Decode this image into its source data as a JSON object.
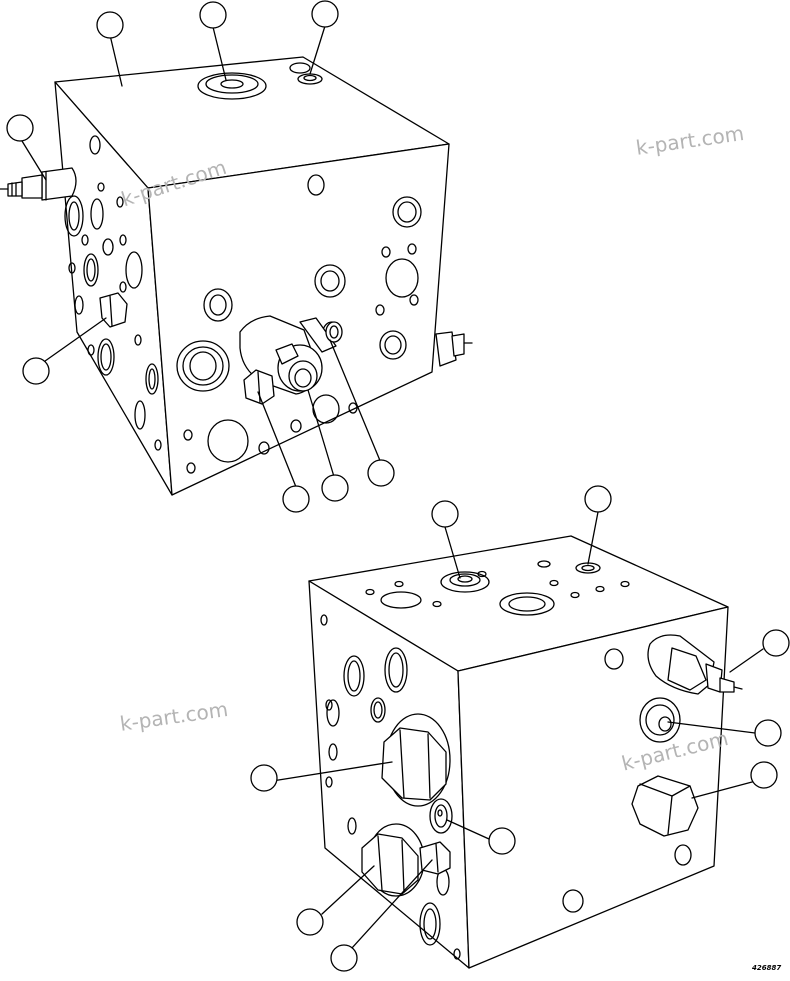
{
  "watermark_text": "k-part.com",
  "figure_id": "426887",
  "line_color": "#000000",
  "watermark_color": "#b4b4b4",
  "callouts": {
    "top_block": [
      "top-face-callout",
      "top-port-plug-callout",
      "top-small-port-callout",
      "left-check-valve-callout",
      "left-hex-plug-callout",
      "front-hex-plug-callout",
      "solenoid-valve-callout",
      "solenoid-fitting-callout"
    ],
    "bottom_block": [
      "top-port-plug-callout",
      "top-small-port-callout",
      "right-check-valve-callout",
      "right-port-plug-callout",
      "right-hex-plug-callout",
      "front-large-hex-plug-callout",
      "front-small-port-callout",
      "front-lower-hex-plug-callout",
      "front-lower-fitting-callout"
    ]
  }
}
